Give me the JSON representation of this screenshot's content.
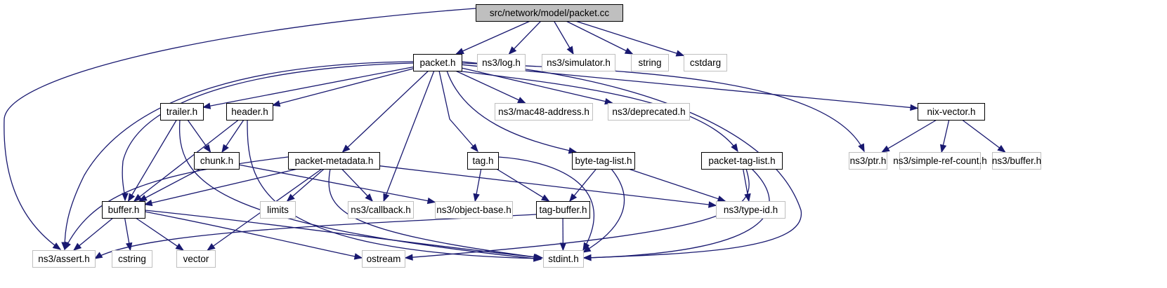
{
  "graph": {
    "type": "include-dependency-graph",
    "colors": {
      "edge": "#191970",
      "root_fill": "#bfbfbf",
      "root_border": "#000000",
      "documented_border": "#000000",
      "external_border": "#bfbfbf",
      "node_fill": "#ffffff"
    },
    "nodes": [
      {
        "id": "packet_cc",
        "label": "src/network/model/packet.cc",
        "kind": "root"
      },
      {
        "id": "packet_h",
        "label": "packet.h",
        "kind": "documented"
      },
      {
        "id": "log_h",
        "label": "ns3/log.h",
        "kind": "external"
      },
      {
        "id": "simulator_h",
        "label": "ns3/simulator.h",
        "kind": "external"
      },
      {
        "id": "string",
        "label": "string",
        "kind": "external"
      },
      {
        "id": "cstdarg",
        "label": "cstdarg",
        "kind": "external"
      },
      {
        "id": "trailer_h",
        "label": "trailer.h",
        "kind": "documented"
      },
      {
        "id": "header_h",
        "label": "header.h",
        "kind": "documented"
      },
      {
        "id": "mac48_h",
        "label": "ns3/mac48-address.h",
        "kind": "external"
      },
      {
        "id": "deprecated_h",
        "label": "ns3/deprecated.h",
        "kind": "external"
      },
      {
        "id": "nix_vector_h",
        "label": "nix-vector.h",
        "kind": "documented"
      },
      {
        "id": "chunk_h",
        "label": "chunk.h",
        "kind": "documented"
      },
      {
        "id": "packet_metadata_h",
        "label": "packet-metadata.h",
        "kind": "documented"
      },
      {
        "id": "tag_h",
        "label": "tag.h",
        "kind": "documented"
      },
      {
        "id": "byte_tag_list_h",
        "label": "byte-tag-list.h",
        "kind": "documented"
      },
      {
        "id": "packet_tag_list_h",
        "label": "packet-tag-list.h",
        "kind": "documented"
      },
      {
        "id": "ptr_h",
        "label": "ns3/ptr.h",
        "kind": "external"
      },
      {
        "id": "simple_ref_count_h",
        "label": "ns3/simple-ref-count.h",
        "kind": "external"
      },
      {
        "id": "ns3_buffer_h",
        "label": "ns3/buffer.h",
        "kind": "external"
      },
      {
        "id": "buffer_h",
        "label": "buffer.h",
        "kind": "documented"
      },
      {
        "id": "limits",
        "label": "limits",
        "kind": "external"
      },
      {
        "id": "callback_h",
        "label": "ns3/callback.h",
        "kind": "external"
      },
      {
        "id": "object_base_h",
        "label": "ns3/object-base.h",
        "kind": "external"
      },
      {
        "id": "tag_buffer_h",
        "label": "tag-buffer.h",
        "kind": "documented"
      },
      {
        "id": "type_id_h",
        "label": "ns3/type-id.h",
        "kind": "external"
      },
      {
        "id": "assert_h",
        "label": "ns3/assert.h",
        "kind": "external"
      },
      {
        "id": "cstring",
        "label": "cstring",
        "kind": "external"
      },
      {
        "id": "vector",
        "label": "vector",
        "kind": "external"
      },
      {
        "id": "ostream",
        "label": "ostream",
        "kind": "external"
      },
      {
        "id": "stdint_h",
        "label": "stdint.h",
        "kind": "external"
      }
    ],
    "edges": [
      {
        "from": "packet_cc",
        "to": "assert_h"
      },
      {
        "from": "packet_cc",
        "to": "packet_h"
      },
      {
        "from": "packet_cc",
        "to": "log_h"
      },
      {
        "from": "packet_cc",
        "to": "simulator_h"
      },
      {
        "from": "packet_cc",
        "to": "string"
      },
      {
        "from": "packet_cc",
        "to": "cstdarg"
      },
      {
        "from": "packet_h",
        "to": "assert_h"
      },
      {
        "from": "packet_h",
        "to": "buffer_h"
      },
      {
        "from": "packet_h",
        "to": "trailer_h"
      },
      {
        "from": "packet_h",
        "to": "header_h"
      },
      {
        "from": "packet_h",
        "to": "packet_metadata_h"
      },
      {
        "from": "packet_h",
        "to": "callback_h"
      },
      {
        "from": "packet_h",
        "to": "tag_h"
      },
      {
        "from": "packet_h",
        "to": "byte_tag_list_h"
      },
      {
        "from": "packet_h",
        "to": "mac48_h"
      },
      {
        "from": "packet_h",
        "to": "deprecated_h"
      },
      {
        "from": "packet_h",
        "to": "packet_tag_list_h"
      },
      {
        "from": "packet_h",
        "to": "stdint_h"
      },
      {
        "from": "packet_h",
        "to": "ptr_h"
      },
      {
        "from": "packet_h",
        "to": "nix_vector_h"
      },
      {
        "from": "trailer_h",
        "to": "buffer_h"
      },
      {
        "from": "trailer_h",
        "to": "chunk_h"
      },
      {
        "from": "trailer_h",
        "to": "stdint_h"
      },
      {
        "from": "header_h",
        "to": "buffer_h"
      },
      {
        "from": "header_h",
        "to": "chunk_h"
      },
      {
        "from": "header_h",
        "to": "stdint_h"
      },
      {
        "from": "chunk_h",
        "to": "buffer_h"
      },
      {
        "from": "chunk_h",
        "to": "object_base_h"
      },
      {
        "from": "packet_metadata_h",
        "to": "assert_h"
      },
      {
        "from": "packet_metadata_h",
        "to": "buffer_h"
      },
      {
        "from": "packet_metadata_h",
        "to": "vector"
      },
      {
        "from": "packet_metadata_h",
        "to": "limits"
      },
      {
        "from": "packet_metadata_h",
        "to": "callback_h"
      },
      {
        "from": "packet_metadata_h",
        "to": "stdint_h"
      },
      {
        "from": "packet_metadata_h",
        "to": "type_id_h"
      },
      {
        "from": "tag_h",
        "to": "object_base_h"
      },
      {
        "from": "tag_h",
        "to": "tag_buffer_h"
      },
      {
        "from": "tag_h",
        "to": "stdint_h"
      },
      {
        "from": "byte_tag_list_h",
        "to": "tag_buffer_h"
      },
      {
        "from": "byte_tag_list_h",
        "to": "stdint_h"
      },
      {
        "from": "byte_tag_list_h",
        "to": "type_id_h"
      },
      {
        "from": "packet_tag_list_h",
        "to": "type_id_h"
      },
      {
        "from": "packet_tag_list_h",
        "to": "ostream"
      },
      {
        "from": "packet_tag_list_h",
        "to": "stdint_h"
      },
      {
        "from": "nix_vector_h",
        "to": "ptr_h"
      },
      {
        "from": "nix_vector_h",
        "to": "simple_ref_count_h"
      },
      {
        "from": "nix_vector_h",
        "to": "ns3_buffer_h"
      },
      {
        "from": "buffer_h",
        "to": "assert_h"
      },
      {
        "from": "buffer_h",
        "to": "cstring"
      },
      {
        "from": "buffer_h",
        "to": "vector"
      },
      {
        "from": "buffer_h",
        "to": "ostream"
      },
      {
        "from": "buffer_h",
        "to": "stdint_h"
      },
      {
        "from": "tag_buffer_h",
        "to": "assert_h"
      },
      {
        "from": "tag_buffer_h",
        "to": "stdint_h"
      }
    ]
  }
}
